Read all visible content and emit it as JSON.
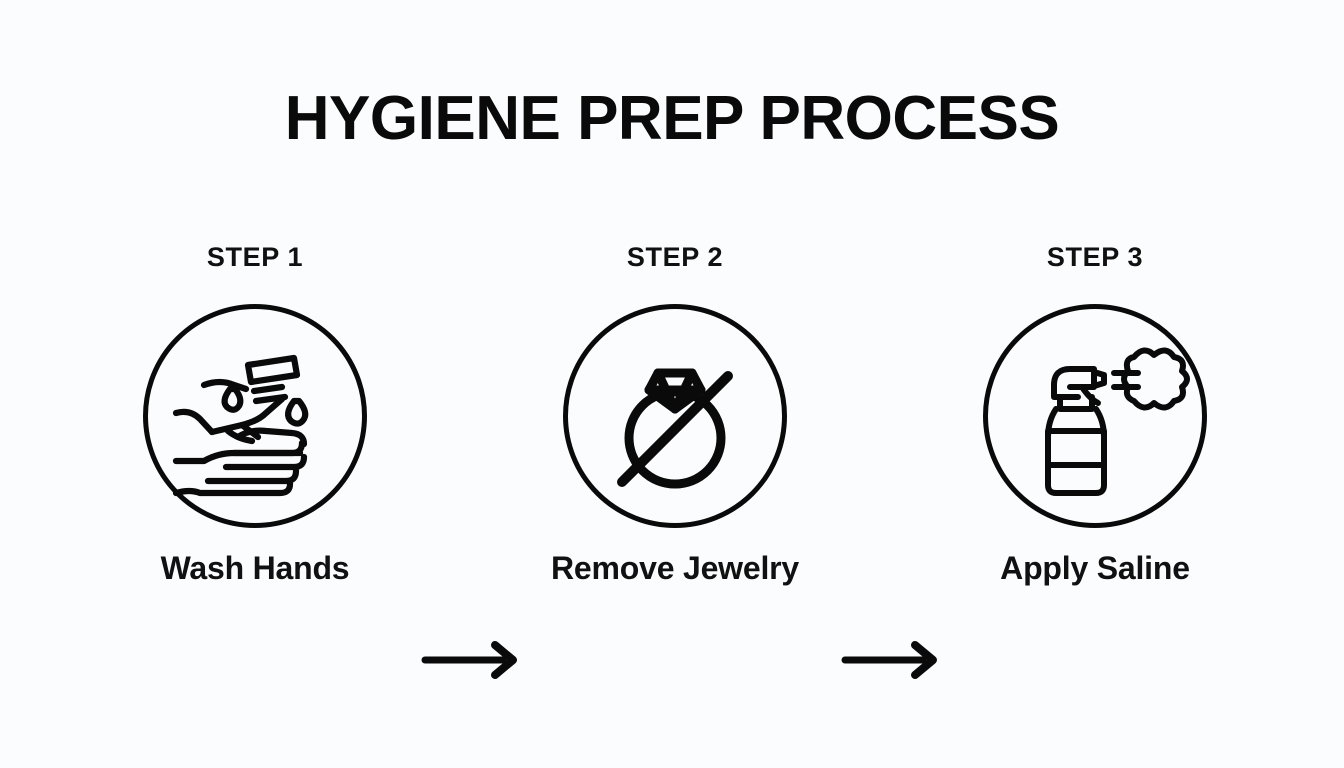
{
  "title": "HYGIENE PREP PROCESS",
  "theme": {
    "background": "#fbfcfd",
    "ink": "#111111",
    "title_ink": "#0a0a0a"
  },
  "steps": [
    {
      "kicker": "STEP 1",
      "caption": "Wash Hands",
      "icon": "washing-hands-icon"
    },
    {
      "kicker": "STEP 2",
      "caption": "Remove Jewelry",
      "icon": "no-ring-icon"
    },
    {
      "kicker": "STEP 3",
      "caption": "Apply Saline",
      "icon": "spray-bottle-icon"
    }
  ],
  "connectors": [
    {
      "name": "arrow-step1-to-step2",
      "direction": "right"
    },
    {
      "name": "arrow-step2-to-step3",
      "direction": "right"
    }
  ]
}
